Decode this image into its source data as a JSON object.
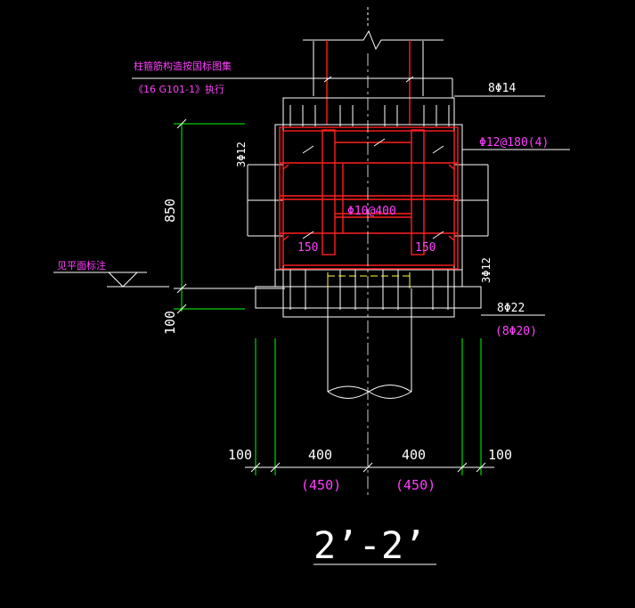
{
  "drawing": {
    "section_title": "2’-2’",
    "note_line1": "柱箍筋构造按国标图集",
    "note_line2": "《16 G101-1》执行",
    "plan_note": "见平面标注",
    "dim_850": "850",
    "dim_100_v": "100",
    "dim_100_left": "100",
    "dim_400_left": "400",
    "dim_400_right": "400",
    "dim_100_right": "100",
    "dim_450_left": "(450)",
    "dim_450_right": "(450)",
    "label_top_bars": "8Φ14",
    "label_stirrup_outer": "Φ12@180(4)",
    "label_stirrup_inner": "Φ10@400",
    "label_side_left": "3Φ12",
    "label_side_right": "3Φ12",
    "label_bottom_bars": "8Φ22",
    "label_bottom_alt": "(8Φ20)",
    "label_150_left": "150",
    "label_150_right": "150"
  },
  "colors": {
    "background": "#000000",
    "line_white": "#ffffff",
    "rebar_red": "#ff2020",
    "text_magenta": "#ff40ff",
    "dim_green": "#00ff00",
    "pile_yellow": "#ffff40"
  }
}
